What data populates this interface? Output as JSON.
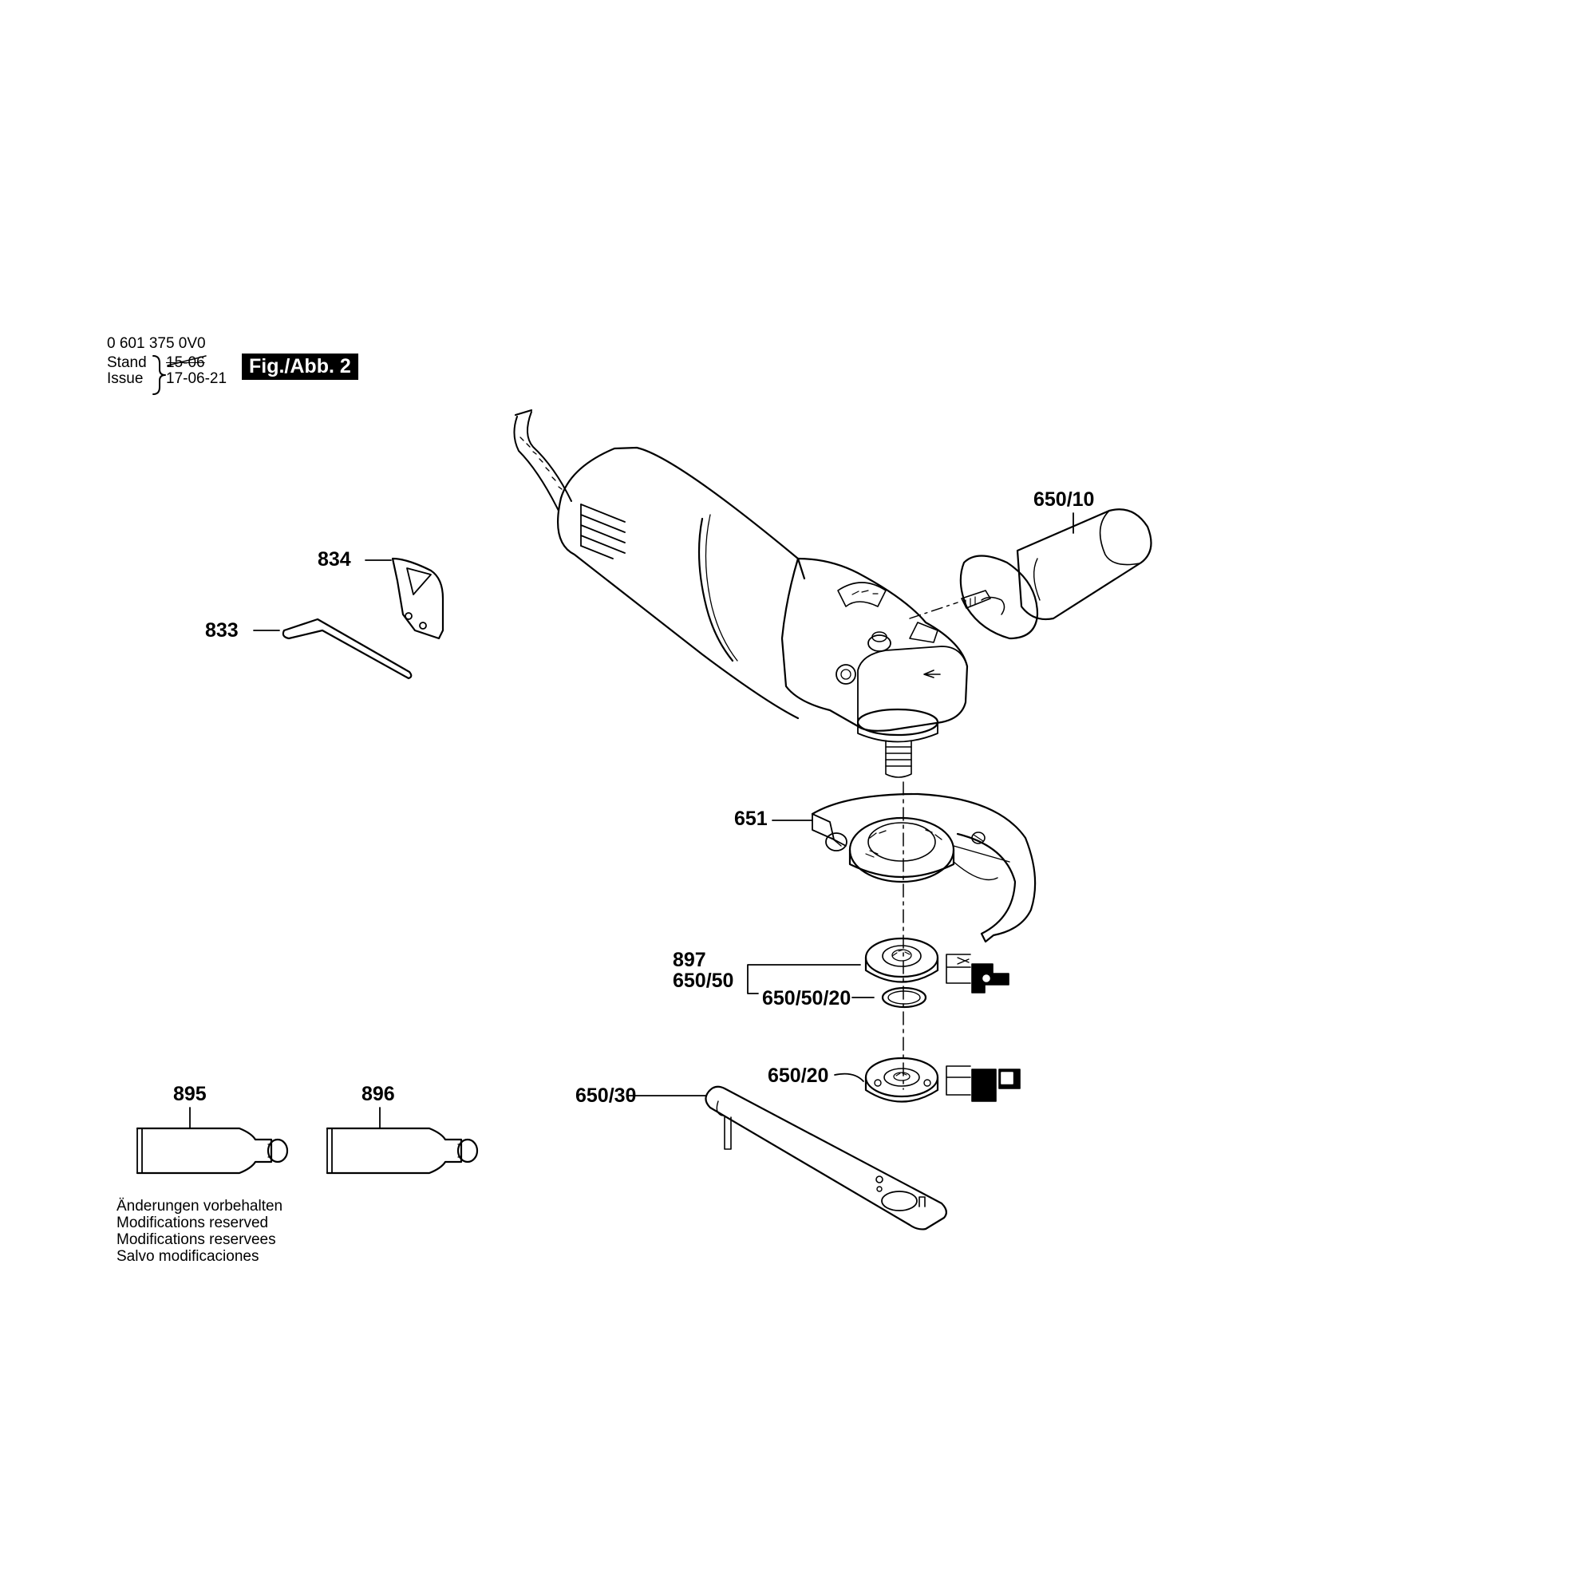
{
  "header": {
    "part_number": "0 601 375 0V0",
    "stand_label": "Stand",
    "issue_label": "Issue",
    "stand_date": "15-06",
    "issue_date": "17-06-21",
    "figure_label": "Fig./Abb. 2"
  },
  "parts": {
    "p834": "834",
    "p833": "833",
    "p650_10": "650/10",
    "p651": "651",
    "p897": "897",
    "p650_50": "650/50",
    "p650_50_20": "650/50/20",
    "p650_20": "650/20",
    "p650_30": "650/30",
    "p895": "895",
    "p896": "896"
  },
  "notes": {
    "de": "Änderungen vorbehalten",
    "en": "Modifications reserved",
    "fr": "Modifications reservees",
    "es": "Salvo modificaciones"
  }
}
